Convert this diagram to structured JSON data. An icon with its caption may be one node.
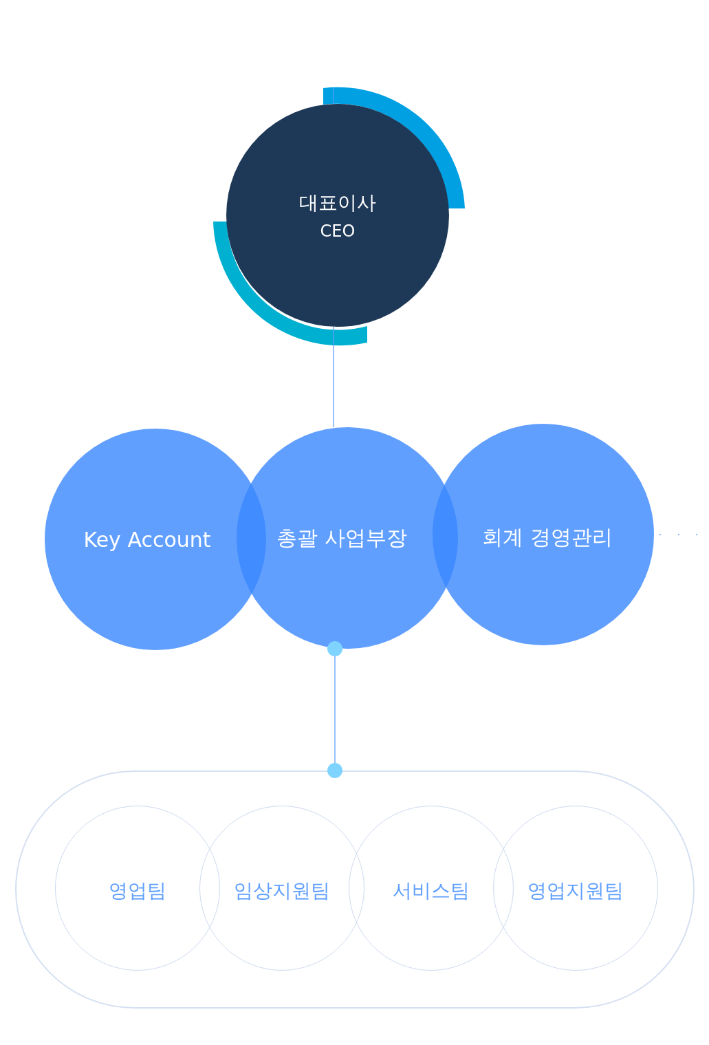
{
  "diagram": {
    "nodes": [
      {
        "text": [
          "대표이사",
          "CEO"
        ]
      },
      {
        "text": [
          "Key Account"
        ]
      },
      {
        "text": [
          "총괄 사업부장"
        ]
      },
      {
        "text": [
          "회계 경영관리"
        ]
      },
      {
        "text": [],
        "shape": "box"
      },
      {
        "text": [
          "영업팀"
        ],
        "in": 4
      },
      {
        "text": [
          "임상지원팀"
        ],
        "in": 4
      },
      {
        "text": [
          "서비스팀"
        ],
        "in": 4
      },
      {
        "text": [
          "영업지원팀"
        ],
        "in": 4
      }
    ],
    "edges": [
      {
        "from": 0,
        "to": 2,
        "arrow": "none"
      },
      {
        "from": 2,
        "to": 4,
        "arrow": "other"
      }
    ]
  }
}
